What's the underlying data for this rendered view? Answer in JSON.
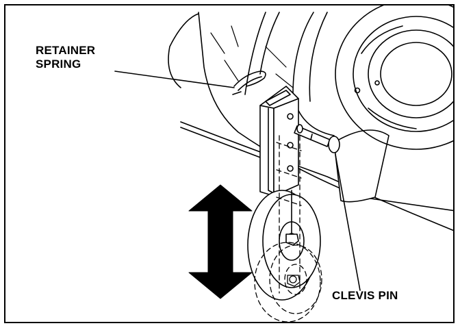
{
  "figure": {
    "labels": {
      "retainer_spring": [
        "RETAINER",
        "SPRING"
      ],
      "clevis_pin": "CLEVIS PIN"
    },
    "colors": {
      "line": "#000000",
      "fill": "#ffffff",
      "frame": "#000000"
    }
  }
}
